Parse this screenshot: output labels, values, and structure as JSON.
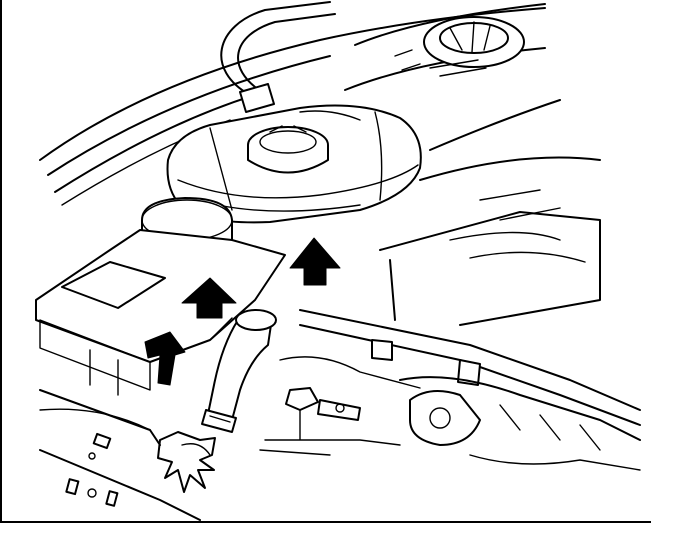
{
  "figure": {
    "kind": "line-drawing",
    "subject": "engine-bay-coolant-reservoir",
    "background": "#ffffff",
    "ink": "#000000"
  },
  "callouts": [
    {
      "name": "arrow-upper-right",
      "direction": "up"
    },
    {
      "name": "arrow-middle",
      "direction": "up"
    },
    {
      "name": "arrow-lower-left",
      "direction": "down-right"
    }
  ]
}
